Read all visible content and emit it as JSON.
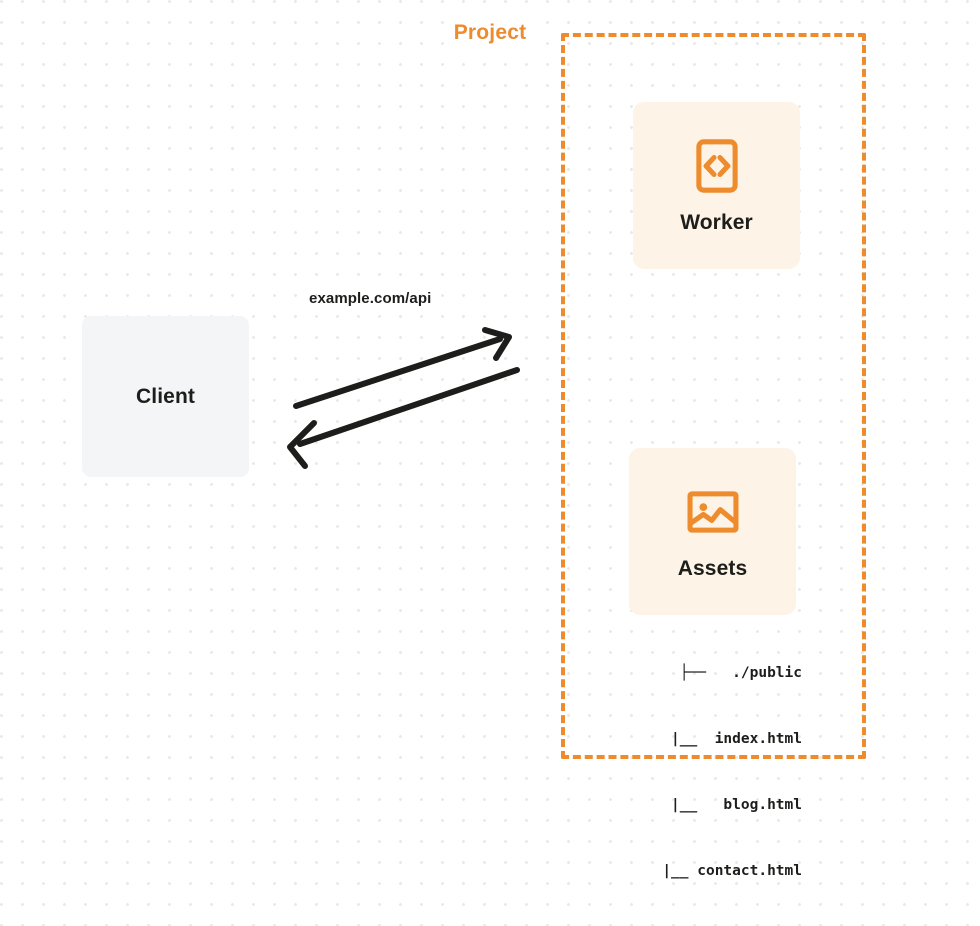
{
  "diagram": {
    "title": "Project architecture diagram",
    "colors": {
      "accent_orange": "#ee8b2c",
      "card_background": "#fdf3e7",
      "client_background": "#f4f5f7",
      "text_dark": "#1d1d1b",
      "canvas_background": "#ffffff",
      "dot_grid": "#e9e9ea",
      "arrow_stroke": "#1d1d1b"
    }
  },
  "client": {
    "label": "Client",
    "icon": "client-box"
  },
  "project": {
    "label": "Project",
    "border_style": "dashed"
  },
  "services": [
    {
      "key": "worker",
      "label": "Worker",
      "icon": "code-brackets-icon"
    },
    {
      "key": "assets",
      "label": "Assets",
      "icon": "image-icon"
    }
  ],
  "file_tree": {
    "rows": [
      {
        "prefix": "├── ",
        "name": "./public"
      },
      {
        "prefix": "   |__ ",
        "name": "index.html"
      },
      {
        "prefix": "   |__ ",
        "name": "blog.html"
      },
      {
        "prefix": "   |__ ",
        "name": "contact.html"
      }
    ],
    "lines": [
      "├──   ./public",
      "  |__  index.html",
      "  |__   blog.html",
      "  |__ contact.html"
    ]
  },
  "connector": {
    "label": "example.com/api",
    "request_direction": "client-to-project",
    "response_direction": "project-to-client"
  }
}
